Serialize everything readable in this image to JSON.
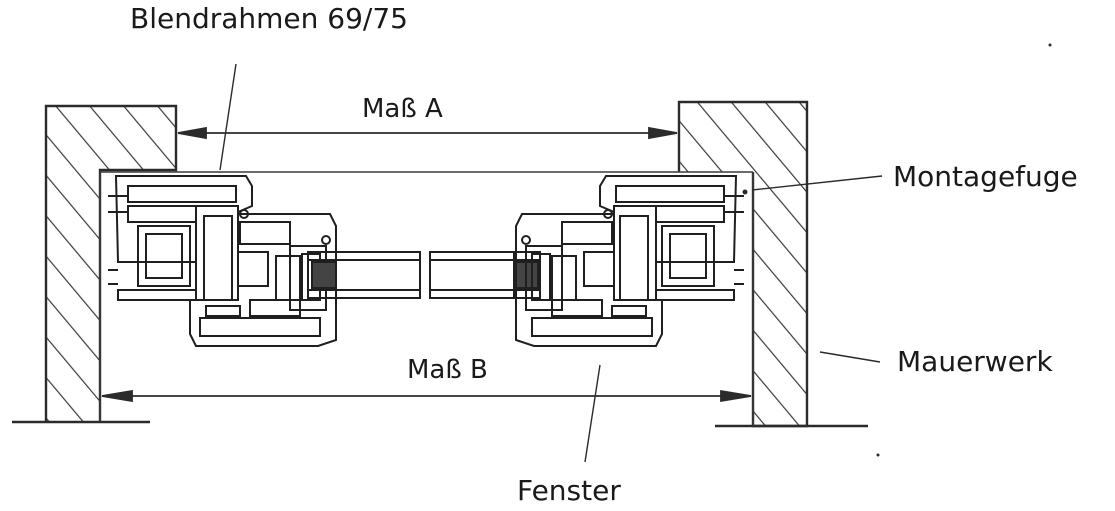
{
  "labels": {
    "frame": "Blendrahmen 69/75",
    "dimension_a": "Maß A",
    "dimension_b": "Maß B",
    "joint": "Montagefuge",
    "masonry": "Mauerwerk",
    "window": "Fenster"
  }
}
